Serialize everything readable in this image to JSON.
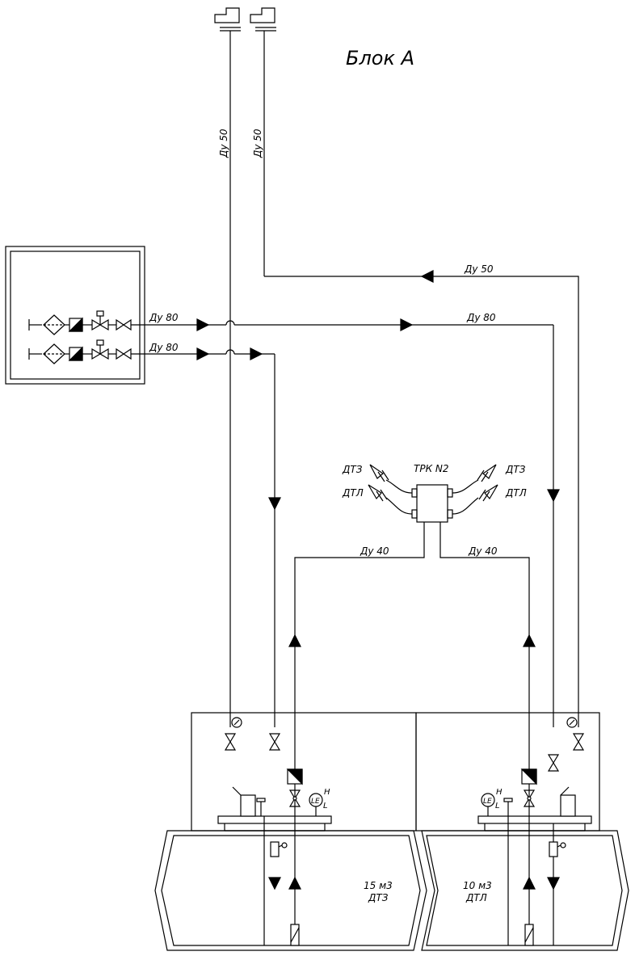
{
  "block_title": "Блок А",
  "pipes": {
    "vent_left": "Ду 50",
    "vent_right": "Ду 50",
    "return_top": "Ду 50",
    "supply_upper_left": "Ду 80",
    "supply_upper_right": "Ду 80",
    "supply_lower_left": "Ду 80",
    "dispenser_out_left": "Ду 40",
    "dispenser_out_right": "Ду 40"
  },
  "dispenser": {
    "name": "ТРК N2",
    "hose_left_top": "ДТЗ",
    "hose_left_bottom": "ДТЛ",
    "hose_right_top": "ДТЗ",
    "hose_right_bottom": "ДТЛ"
  },
  "tanks": [
    {
      "volume": "15 м3",
      "fuel": "ДТЗ"
    },
    {
      "volume": "10 м3",
      "fuel": "ДТЛ"
    }
  ],
  "level_sensor": {
    "tag": "LE",
    "high": "H",
    "low": "L"
  }
}
